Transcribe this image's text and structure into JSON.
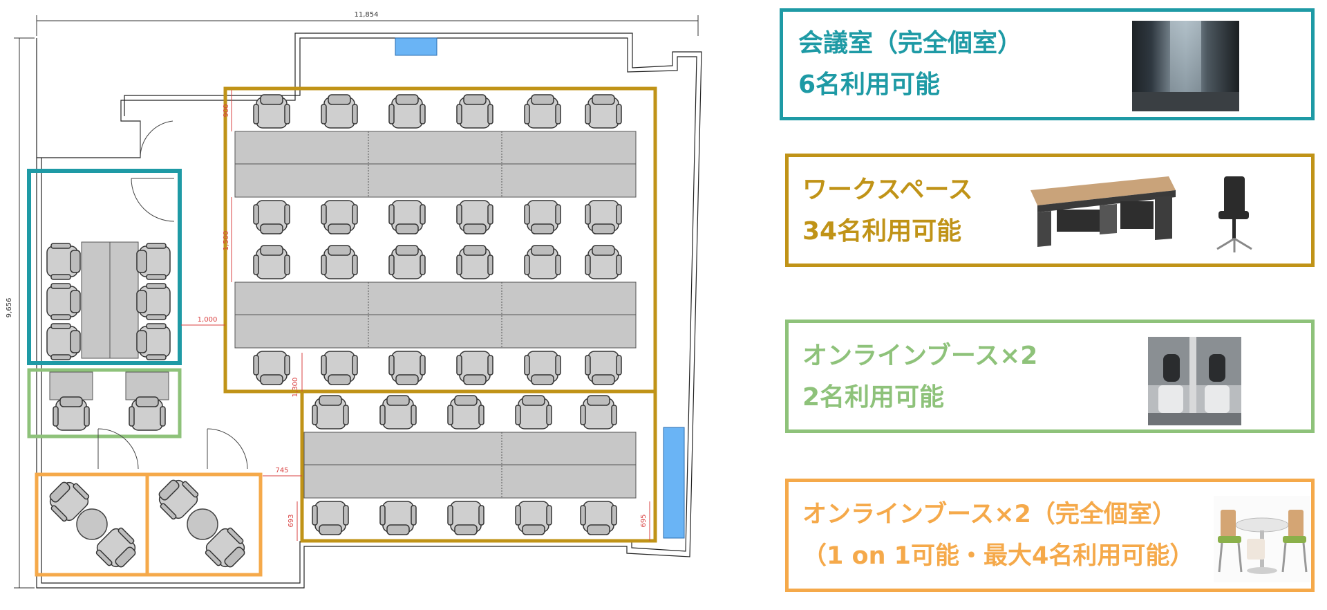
{
  "plan": {
    "dimensions": {
      "total_width": "11,854",
      "total_height": "9,656",
      "aisle_1000": "1,000",
      "aisle_1300": "1,300",
      "dim_745": "745",
      "dim_693": "693",
      "dim_695": "695",
      "dim_900": "900",
      "dim_1500": "1,500"
    }
  },
  "legend": {
    "meeting_room": {
      "line1": "会議室（完全個室）",
      "line2": "6名利用可能",
      "color": "#1e9aa5",
      "photo": "private-office-corridor-photo"
    },
    "workspace": {
      "line1": "ワークスペース",
      "line2": "34名利用可能",
      "color": "#c09317",
      "photo": "desk-and-office-chair-photo"
    },
    "online_booth": {
      "line1": "オンラインブース×2",
      "line2": "2名利用可能",
      "color": "#8ec27a",
      "photo": "phone-booth-photo"
    },
    "online_booth_private": {
      "line1": "オンラインブース×2（完全個室）",
      "line2": "（1 on 1可能・最大4名利用可能）",
      "color": "#f5a94a",
      "photo": "round-table-and-chairs-photo"
    }
  }
}
